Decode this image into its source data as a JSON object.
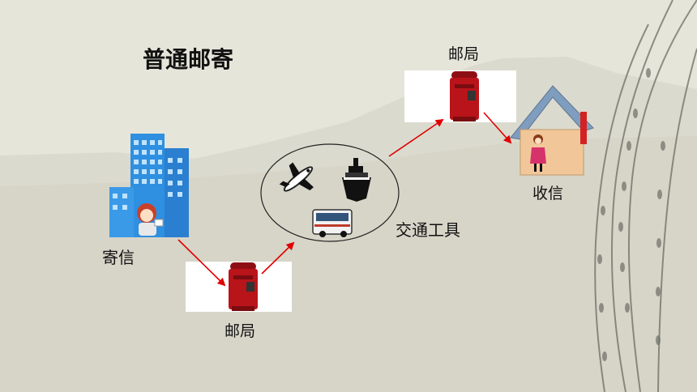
{
  "title": "普通邮寄",
  "labels": {
    "send": "寄信",
    "post_office_bottom": "邮局",
    "post_office_top": "邮局",
    "transport": "交通工具",
    "receive": "收信"
  },
  "icons": {
    "building": "office-building-icon",
    "mailbox": "mailbox-icon",
    "airplane": "airplane-icon",
    "ship": "ship-icon",
    "bus": "bus-icon",
    "house": "house-icon"
  },
  "colors": {
    "background": "#e6e5da",
    "arrow": "#e00000",
    "building": "#2f8fe0",
    "mailbox": "#b9141a",
    "house_wall": "#f1c79a",
    "house_roof": "#7f9dbe"
  }
}
